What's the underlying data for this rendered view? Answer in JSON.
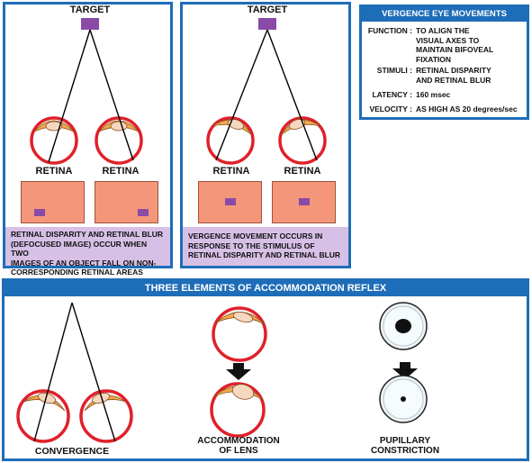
{
  "panel_left": {
    "target_label": "TARGET",
    "retina_left_label": "RETINA",
    "retina_right_label": "RETINA",
    "caption_lines": [
      "RETINAL DISPARITY  AND RETINAL BLUR",
      "(DEFOCUSED IMAGE) OCCUR WHEN TWO",
      "IMAGES OF AN OBJECT  FALL ON NON-",
      "CORRESPONDING RETINAL AREAS"
    ]
  },
  "panel_middle": {
    "target_label": "TARGET",
    "retina_left_label": "RETINA",
    "retina_right_label": "RETINA",
    "caption_lines": [
      "VERGENCE MOVEMENT  OCCURS IN",
      "RESPONSE TO THE STIMULUS OF",
      "RETINAL DISPARITY AND RETINAL BLUR"
    ]
  },
  "vergence_table": {
    "title": "VERGENCE EYE MOVEMENTS",
    "function_label": "FUNCTION :",
    "function_lines": [
      "TO ALIGN THE",
      "VISUAL AXES TO",
      "MAINTAIN BIFOVEAL",
      "FIXATION"
    ],
    "stimuli_label": "STIMULI :",
    "stimuli_lines": [
      "RETINAL DISPARITY",
      "AND RETINAL BLUR"
    ],
    "latency_label": "LATENCY :",
    "latency_value": "160 msec",
    "velocity_label": "VELOCITY :",
    "velocity_value": "AS HIGH AS 20 degrees/sec"
  },
  "accommodation": {
    "title": "THREE ELEMENTS OF ACCOMMODATION REFLEX",
    "convergence_label": "CONVERGENCE",
    "lens_label_lines": [
      "ACCOMMODATION",
      "OF LENS"
    ],
    "pupil_label_lines": [
      "PUPILLARY",
      "CONSTRICTION"
    ]
  },
  "colors": {
    "frame_blue": "#1e6db8",
    "target_purple": "#8a4aa8",
    "caption_lavender": "#d7c0e6",
    "retina_salmon": "#f4967a",
    "eye_red": "#e0202a",
    "lens_orange": "#f0a848"
  }
}
